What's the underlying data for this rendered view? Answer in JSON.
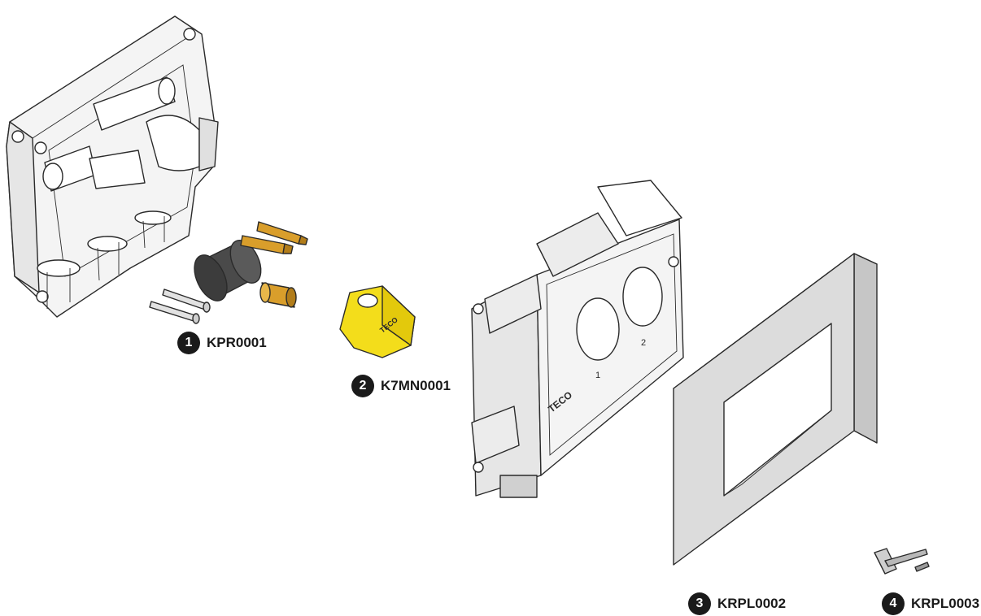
{
  "parts": [
    {
      "number": "1",
      "code": "KPR0001"
    },
    {
      "number": "2",
      "code": "K7MN0001"
    },
    {
      "number": "3",
      "code": "KRPL0002"
    },
    {
      "number": "4",
      "code": "KRPL0003"
    }
  ],
  "embossed_brand": "TECO",
  "box_markings": [
    "1",
    "2"
  ],
  "colors": {
    "outline": "#2a2a2a",
    "body_fill": "#f4f4f4",
    "shade": "#d9d9d9",
    "knob": "#4a4a4a",
    "brass": "#d99e2b",
    "yellow": "#f3dd1b",
    "plate_front": "#dcdcdc",
    "plate_side": "#c6c6c6",
    "badge": "#1a1a1a"
  }
}
